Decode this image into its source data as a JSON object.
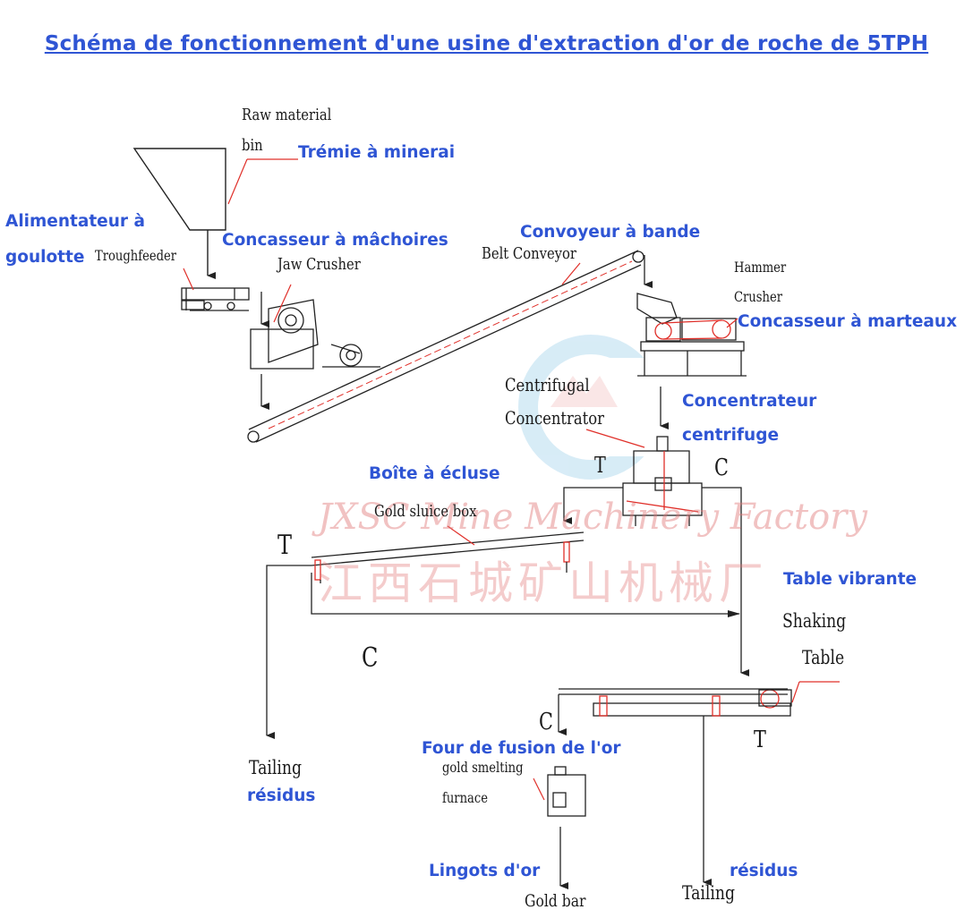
{
  "title": "Schéma de fonctionnement d'une usine d'extraction d'or de roche de 5TPH",
  "watermark": {
    "company_en": "JXSC Mine Machinery Factory",
    "company_cn": "江西石城矿山机械厂"
  },
  "colors": {
    "french_label": "#2f55d4",
    "english_label": "#1a1a1a",
    "leader_line": "#e0302a",
    "equipment_line": "#222222",
    "watermark": "#e17878"
  },
  "equipment": {
    "hopper": {
      "en_line1": "Raw material",
      "en_line2": "bin",
      "fr": "Trémie à minerai"
    },
    "feeder": {
      "en": "Troughfeeder",
      "fr_line1": "Alimentateur à",
      "fr_line2": "goulotte"
    },
    "jaw_crusher": {
      "en": "Jaw Crusher",
      "fr": "Concasseur à mâchoires"
    },
    "belt_conveyor": {
      "en": "Belt Conveyor",
      "fr": "Convoyeur à bande"
    },
    "hammer_crusher": {
      "en_line1": "Hammer",
      "en_line2": "Crusher",
      "fr": "Concasseur à marteaux"
    },
    "centrifugal_concentrator": {
      "en_line1": "Centrifugal",
      "en_line2": "Concentrator",
      "fr_line1": "Concentrateur",
      "fr_line2": "centrifuge"
    },
    "sluice_box": {
      "en": "Gold sluice box",
      "fr": "Boîte à écluse"
    },
    "shaking_table": {
      "en_line1": "Shaking",
      "en_line2": "Table",
      "fr": "Table vibrante"
    },
    "smelting_furnace": {
      "en_line1": "gold smelting",
      "en_line2": "furnace",
      "fr": "Four de fusion de l'or"
    }
  },
  "outputs": {
    "tailing_left": {
      "en": "Tailing",
      "fr": "résidus"
    },
    "tailing_right": {
      "en": "Tailing",
      "fr": "résidus"
    },
    "gold_bar": {
      "en": "Gold bar",
      "fr": "Lingots d'or"
    }
  },
  "flow_letters": {
    "concentrator_tailing": "T",
    "concentrator_concentrate": "C",
    "sluice_tailing": "T",
    "sluice_concentrate": "C",
    "table_concentrate": "C",
    "table_tailing": "T"
  }
}
